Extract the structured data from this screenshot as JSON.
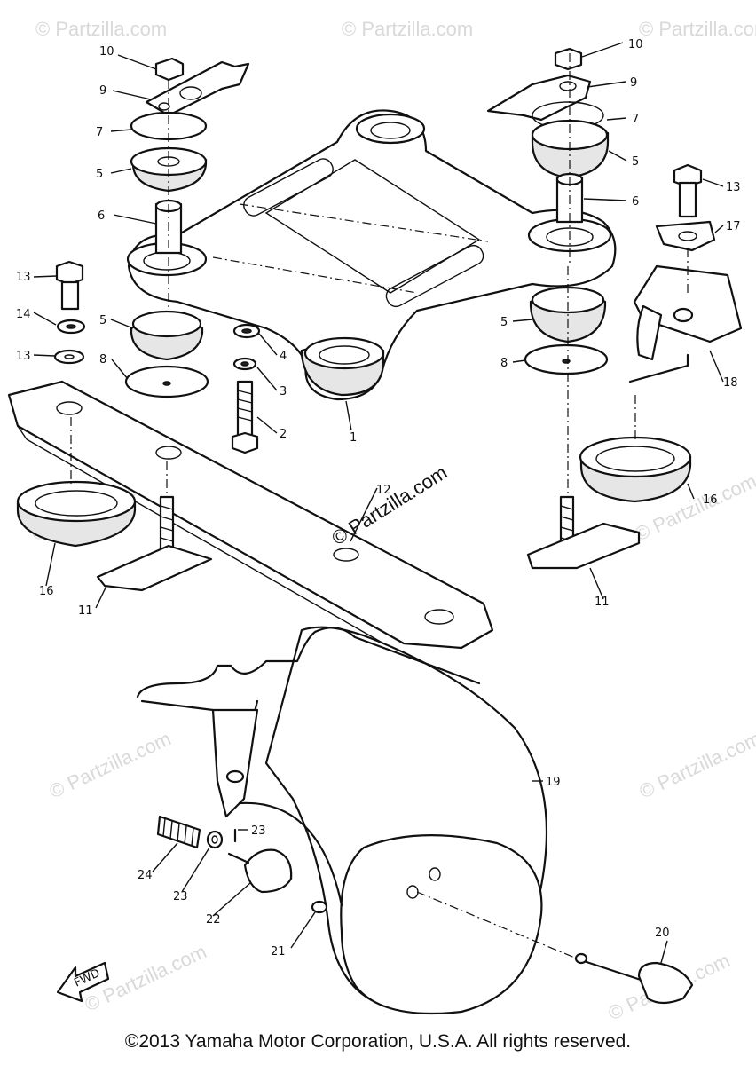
{
  "watermarks": {
    "faint": "© Partzilla.com",
    "center": "© Partzilla.com"
  },
  "callouts": {
    "top_left": [
      "10",
      "9",
      "7",
      "5",
      "6"
    ],
    "top_right": [
      "10",
      "9",
      "7",
      "5",
      "6"
    ],
    "left": [
      "13",
      "14",
      "13"
    ],
    "mount_left": [
      "5",
      "8"
    ],
    "bolt": [
      "4",
      "3",
      "2"
    ],
    "frame": "1",
    "right_lower": [
      "5",
      "8"
    ],
    "right_bolt": [
      "13",
      "17",
      "18"
    ],
    "plate": "12",
    "ring_left": "16",
    "clip_left": "11",
    "ring_right": "16",
    "clip_right": "11",
    "headlight": "19",
    "lower": [
      "23",
      "24",
      "23",
      "22",
      "21",
      "20"
    ]
  },
  "fwd_label": "FWD",
  "copyright": "©2013 Yamaha Motor Corporation, U.S.A. All rights reserved."
}
